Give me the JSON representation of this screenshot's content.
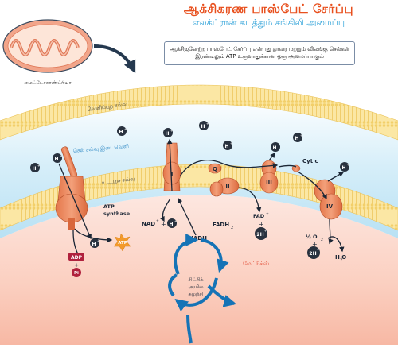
{
  "title": "ஆக்சிகரண பாஸ்பேட் சேர்ப்பு",
  "subtitle": "எலக்ட்ரான் கடத்தும் சங்கிலி அமைப்பு",
  "description": "ஆக்சிஜனேற்ற பாஸ்பேட் சேர்ப்பு என்பது தாவர மற்றும் விலங்கு செல்கள் இரண்டிலும் ATP உருவாதுக்கான ஒரு அமைப்பாகும்",
  "mitochondria_label": "மைட்டோகாண்ட்ரியா",
  "regions": {
    "outer_membrane": "வெளிப்புற சவ்வு",
    "intermembrane_space": "செல் சவ்வு இடைவெளி",
    "inner_membrane": "உட்புறச் சவ்வு",
    "matrix": "மேட்ரிக்ஸ்"
  },
  "proton": {
    "symbol": "H",
    "charge": "+"
  },
  "complexes": [
    "I",
    "II",
    "III",
    "IV"
  ],
  "ubiquinone": "Q",
  "cytochrome": "Cyt c",
  "atp_synthase": [
    "ATP",
    "synthase"
  ],
  "molecules": {
    "atp": "ATP",
    "adp": "ADP",
    "pi": "Pi",
    "plus": "+",
    "nadh": "NADH",
    "nad": "NAD",
    "fadh2": "FADH",
    "fad": "FAD",
    "two_h": "2H",
    "o2": "½ O",
    "two_h_plus": "2H",
    "water": "H O"
  },
  "citric_cycle": [
    "சிட்ரிக்",
    "அமில",
    "சுழற்சி"
  ],
  "colors": {
    "title": "#e8501e",
    "subtitle": "#2aa0d8",
    "protein": "#e8875a",
    "membrane": "#fbe7a4",
    "proton_fill": "#29323f",
    "arrow": "#1c2736",
    "citric_arrow": "#1573b6",
    "atp_star": "#f39a2b",
    "adp_badge": "#b0213d"
  }
}
